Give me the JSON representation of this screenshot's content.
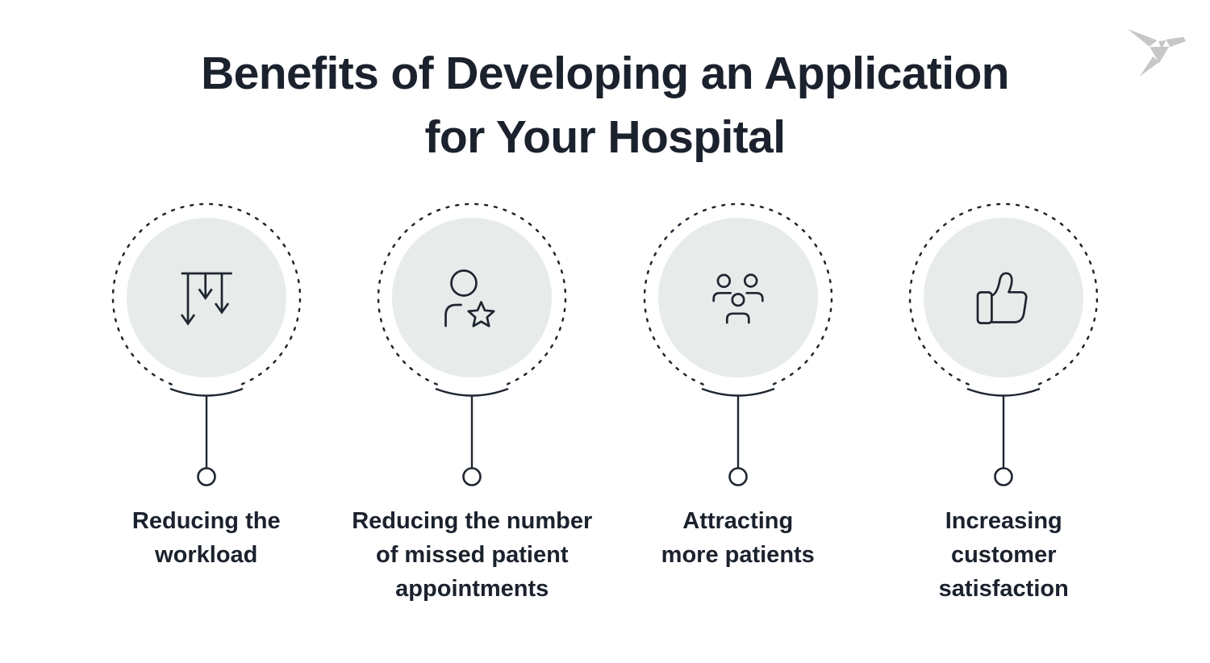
{
  "title": "Benefits of Developing an Application\nfor Your Hospital",
  "logo": {
    "icon": "origami-bird-logo"
  },
  "colors": {
    "background": "#ffffff",
    "text_dark": "#1b222d",
    "stroke_dark": "#1f2630",
    "circle_fill": "#e7ecea",
    "logo_grey": "#c5c7c9"
  },
  "columns": [
    {
      "icon": "arrows-down-icon",
      "label": "Reducing the\nworkload"
    },
    {
      "icon": "person-star-icon",
      "label": "Reducing the number\nof missed patient\nappointments"
    },
    {
      "icon": "people-group-icon",
      "label": "Attracting\nmore patients"
    },
    {
      "icon": "thumbs-up-icon",
      "label": "Increasing\ncustomer\nsatisfaction"
    }
  ]
}
